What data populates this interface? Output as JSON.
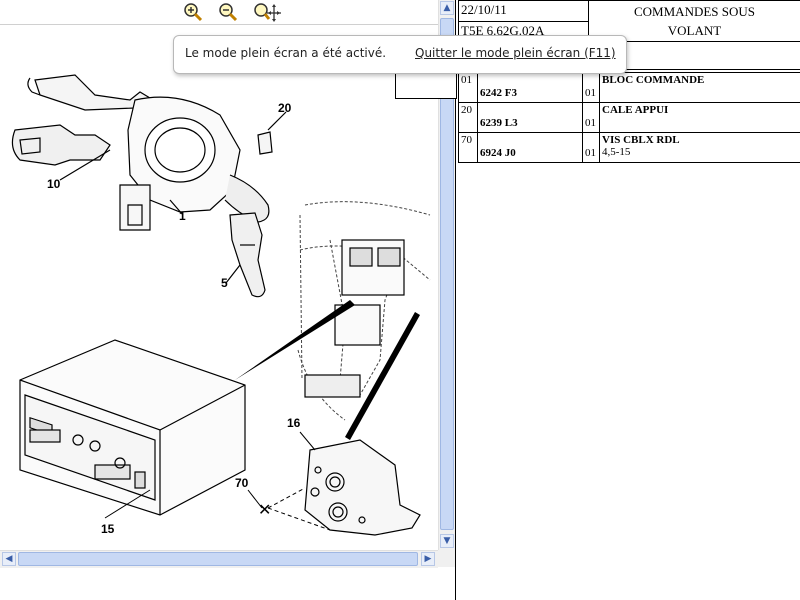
{
  "toolbar": {
    "zoom_in_icon": "zoom-in-icon",
    "zoom_out_icon": "zoom-out-icon",
    "zoom_pan_icon": "zoom-pan-icon"
  },
  "toast": {
    "message": "Le mode plein écran a été activé.",
    "exit_link": "Quitter le mode plein écran (F11)"
  },
  "header": {
    "date": "22/10/11",
    "reference": "T5E 6.62G.02A",
    "title_line1": "COMMANDES SOUS",
    "title_line2": "VOLANT"
  },
  "parts": [
    {
      "item": "01",
      "ref": "6242 F3",
      "qty": "01",
      "name": "BLOC COMMANDE",
      "detail": ""
    },
    {
      "item": "20",
      "ref": "6239 L3",
      "qty": "01",
      "name": "CALE APPUI",
      "detail": ""
    },
    {
      "item": "70",
      "ref": "6924 J0",
      "qty": "01",
      "name": "VIS CBLX RDL",
      "detail": "4,5-15"
    }
  ],
  "callouts": {
    "c1": "1",
    "c5": "5",
    "c10": "10",
    "c15": "15",
    "c16": "16",
    "c20": "20",
    "c70": "70"
  },
  "colors": {
    "scroll_thumb": "#c8d8f5",
    "scroll_border": "#9fb7e3"
  }
}
